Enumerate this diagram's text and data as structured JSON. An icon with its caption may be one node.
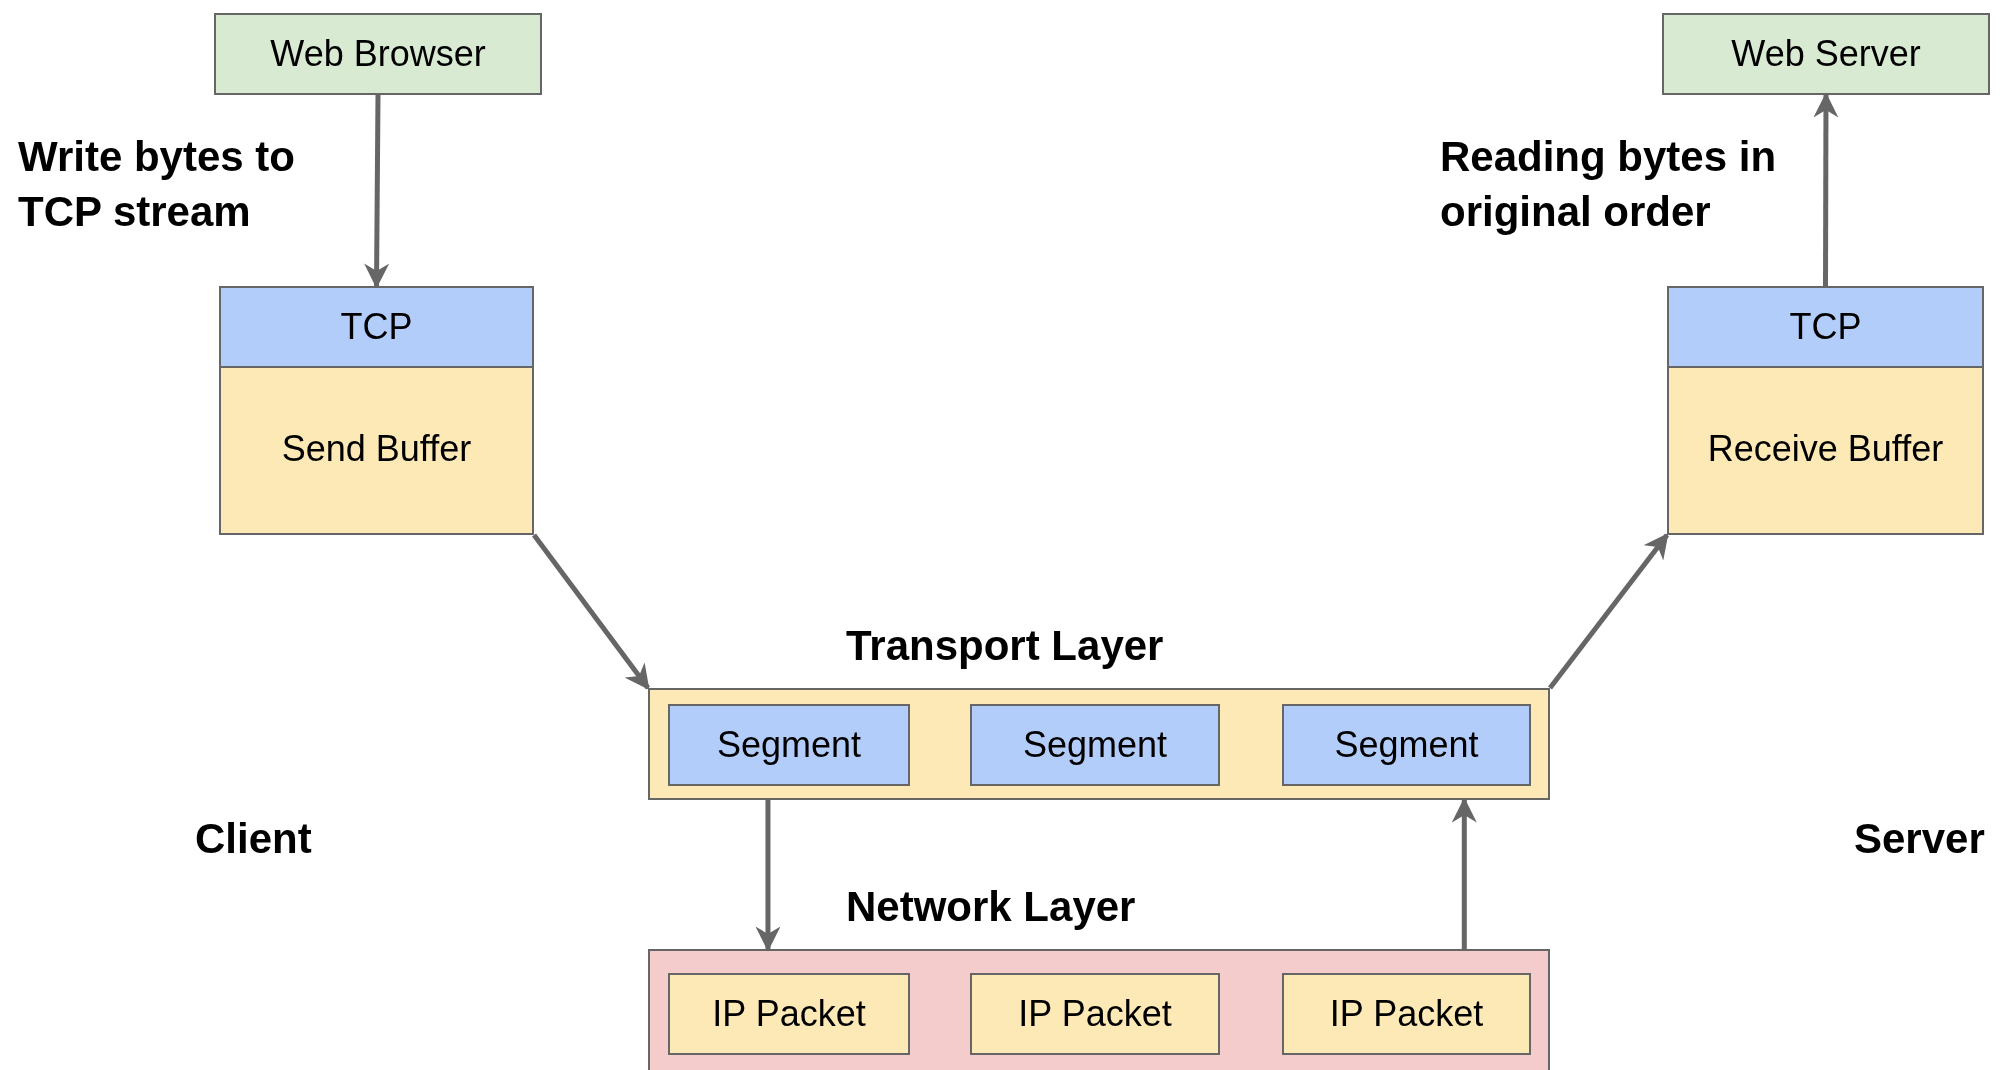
{
  "diagram": {
    "nodes": [
      {
        "text": [
          "Web Browser"
        ]
      },
      {
        "text": [
          "TCP",
          "Send Buffer"
        ]
      },
      {
        "text": [
          "Web Server"
        ]
      },
      {
        "text": [
          "TCP",
          "Receive Buffer"
        ]
      },
      {
        "text": [
          "Transport Layer"
        ]
      },
      {
        "text": [
          "Segment"
        ],
        "in": 4
      },
      {
        "text": [
          "Segment"
        ],
        "in": 4
      },
      {
        "text": [
          "Segment"
        ],
        "in": 4
      },
      {
        "text": [
          "Network Layer"
        ]
      },
      {
        "text": [
          "IP Packet"
        ],
        "in": 8
      },
      {
        "text": [
          "IP Packet"
        ],
        "in": 8
      },
      {
        "text": [
          "IP Packet"
        ],
        "in": 8
      }
    ],
    "edges": [
      {
        "from": 0,
        "to": 1,
        "arrow": "to"
      },
      {
        "from": 1,
        "to": 4,
        "arrow": "to"
      },
      {
        "from": 4,
        "to": 3,
        "arrow": "to"
      },
      {
        "from": 4,
        "to": 8,
        "arrow": "to"
      },
      {
        "from": 8,
        "to": 4,
        "arrow": "to"
      },
      {
        "from": 3,
        "to": 2,
        "arrow": "to"
      }
    ],
    "labels": [
      "Write bytes to TCP stream",
      "Reading bytes in original order",
      "Client",
      "Server"
    ]
  }
}
